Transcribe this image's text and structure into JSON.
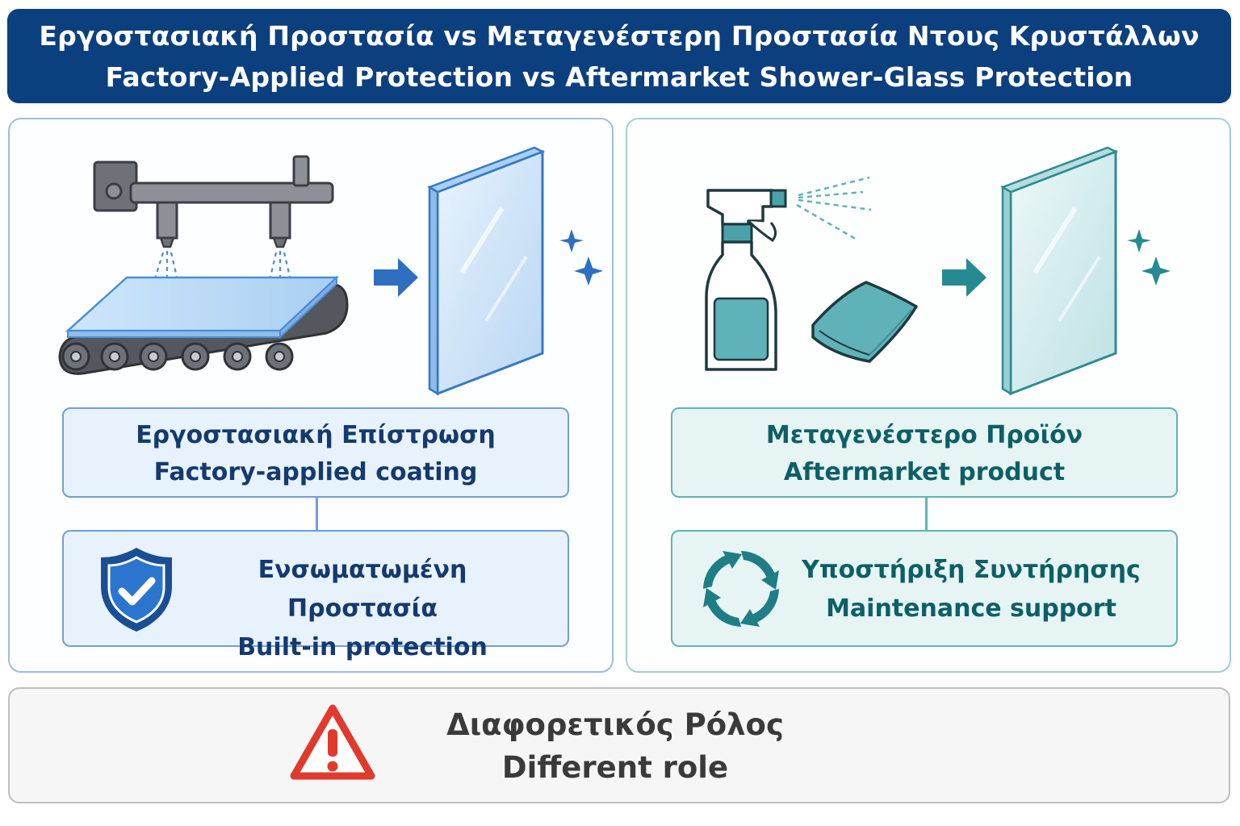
{
  "title": {
    "line_greek": "Εργοστασιακή Προστασία vs Μεταγενέστερη Προστασία Ντους Κρυστάλλων",
    "line_english": "Factory-Applied Protection vs Aftermarket Shower-Glass Protection"
  },
  "factory": {
    "label_greek": "Εργοστασιακή Επίστρωση",
    "label_english": "Factory-applied coating",
    "feature_greek": "Ενσωματωμένη Προστασία",
    "feature_english": "Built-in protection",
    "accent": "#2f6fc0",
    "icons": [
      "conveyor-coating-machine-icon",
      "arrow-right-icon",
      "glass-panel-icon",
      "sparkle-icon",
      "shield-check-icon"
    ]
  },
  "aftermarket": {
    "label_greek": "Μεταγενέστερο Προϊόν",
    "label_english": "Aftermarket product",
    "feature_greek": "Υποστήριξη Συντήρησης",
    "feature_english": "Maintenance support",
    "accent": "#268a92",
    "icons": [
      "spray-bottle-icon",
      "cleaning-cloth-icon",
      "arrow-right-icon",
      "glass-panel-icon",
      "sparkle-icon",
      "refresh-cycle-icon"
    ]
  },
  "footer": {
    "text_greek": "Διαφορετικός Ρόλος",
    "text_english": "Different role",
    "icon": "warning-icon",
    "accent": "#e03a2c"
  }
}
